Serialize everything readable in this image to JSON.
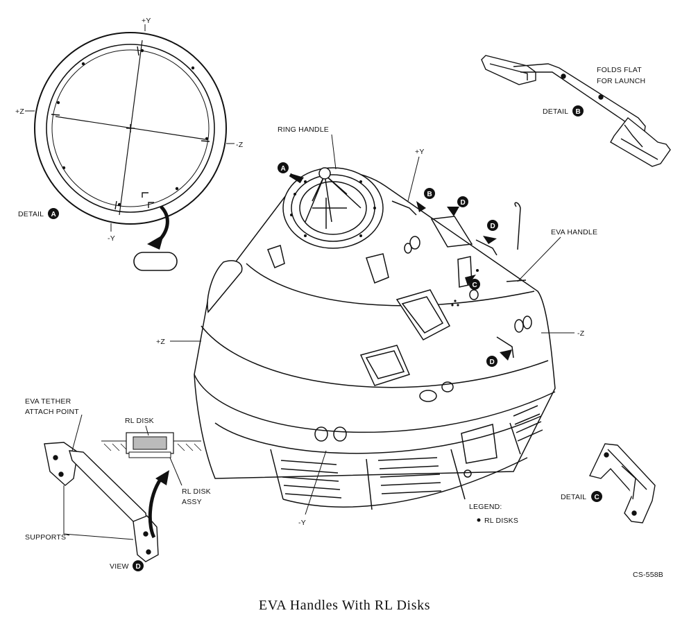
{
  "figure": {
    "caption": "EVA Handles With RL Disks",
    "drawing_number": "CS-558B",
    "colors": {
      "ink": "#111111",
      "paper": "#ffffff",
      "badge": "#111111"
    }
  },
  "detail_a": {
    "label": "DETAIL",
    "badge": "A",
    "axis_top": "+Y",
    "axis_bottom": "-Y",
    "axis_left": "+Z",
    "axis_right": "-Z"
  },
  "detail_b": {
    "label": "DETAIL",
    "badge": "B",
    "note_line1": "FOLDS FLAT",
    "note_line2": "FOR LAUNCH"
  },
  "detail_c": {
    "label": "DETAIL",
    "badge": "C"
  },
  "view_d": {
    "label": "VIEW",
    "badge": "D",
    "tether_line1": "EVA TETHER",
    "tether_line2": "ATTACH POINT",
    "rl_disk": "RL DISK",
    "rl_disk_assy_line1": "RL DISK",
    "rl_disk_assy_line2": "ASSY",
    "supports": "SUPPORTS"
  },
  "main_view": {
    "ring_handle": "RING HANDLE",
    "eva_handle": "EVA HANDLE",
    "axis_top": "+Y",
    "axis_bottom": "-Y",
    "axis_left": "+Z",
    "axis_right": "-Z",
    "badges": [
      "A",
      "B",
      "D",
      "D",
      "C",
      "D"
    ]
  },
  "legend": {
    "title": "LEGEND:",
    "item": "RL DISKS"
  }
}
